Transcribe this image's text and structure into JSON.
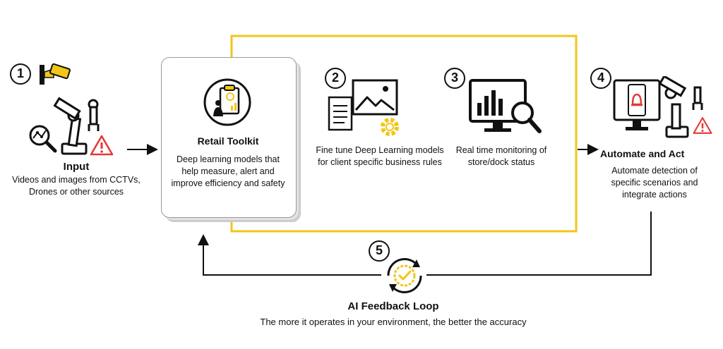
{
  "colors": {
    "accent": "#f2c618",
    "ink": "#111111",
    "alert": "#e53935"
  },
  "steps": [
    {
      "number": "1",
      "title": "Input",
      "description": [
        "Videos and images from CCTVs,",
        "Drones or other sources"
      ],
      "icons": [
        "cctv-camera-icon",
        "robot-arm-icon",
        "magnifier-chart-icon",
        "warning-icon"
      ]
    },
    {
      "title": "Retail Toolkit",
      "description": [
        "Deep learning models that",
        "help measure, alert and",
        "improve efficiency and safety"
      ],
      "icons": [
        "clipboard-person-icon"
      ]
    },
    {
      "number": "2",
      "description": [
        "Fine tune Deep Learning models",
        "for client specific business rules"
      ],
      "icons": [
        "document-image-gear-icon"
      ]
    },
    {
      "number": "3",
      "description": [
        "Real time monitoring of",
        "store/dock status"
      ],
      "icons": [
        "monitor-analytics-icon"
      ]
    },
    {
      "number": "4",
      "title": "Automate and Act",
      "description": [
        "Automate detection of",
        "specific scenarios and",
        "integrate actions"
      ],
      "icons": [
        "monitor-alarm-icon",
        "robot-arm-icon",
        "warning-icon"
      ]
    },
    {
      "number": "5",
      "title": "AI Feedback Loop",
      "description": [
        "The more it operates in your environment, the better the accuracy"
      ],
      "icons": [
        "feedback-loop-check-icon"
      ]
    }
  ]
}
